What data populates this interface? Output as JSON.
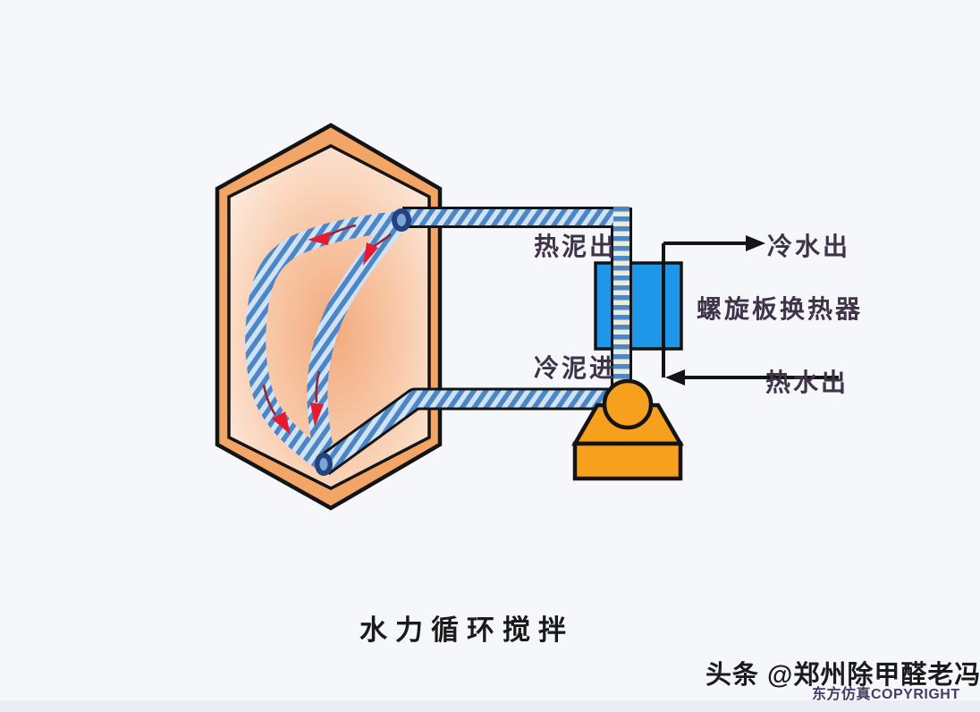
{
  "diagram": {
    "caption": "水力循环搅拌",
    "labels": {
      "hot_mud_out": "热泥出",
      "cold_water_out": "冷水出",
      "heat_exchanger": "螺旋板换热器",
      "cold_mud_in": "冷泥进",
      "hot_water_out": "热水出"
    },
    "components": {
      "tank": "digester-tank",
      "heat_exchanger": "spiral-plate-heat-exchanger",
      "pump": "circulation-pump"
    }
  },
  "watermark": {
    "byline": "头条 @郑州除甲醛老冯",
    "copyright": "东方仿真COPYRIGHT"
  },
  "colors": {
    "background": "#f5f7fa",
    "tank_wall": "#f2a566",
    "outline_black": "#141414",
    "stripe_dark": "#4d86c6",
    "stripe_light": "#cfe3f4",
    "band_light": "#e9edda",
    "exchanger_blue": "#1f97e8",
    "pump_orange": "#f7a01e",
    "arrow_red": "#e81a2c",
    "arrow_tail_red": "#9c2033",
    "cap_navy": "#24427e",
    "label_text": "#3f3349"
  }
}
